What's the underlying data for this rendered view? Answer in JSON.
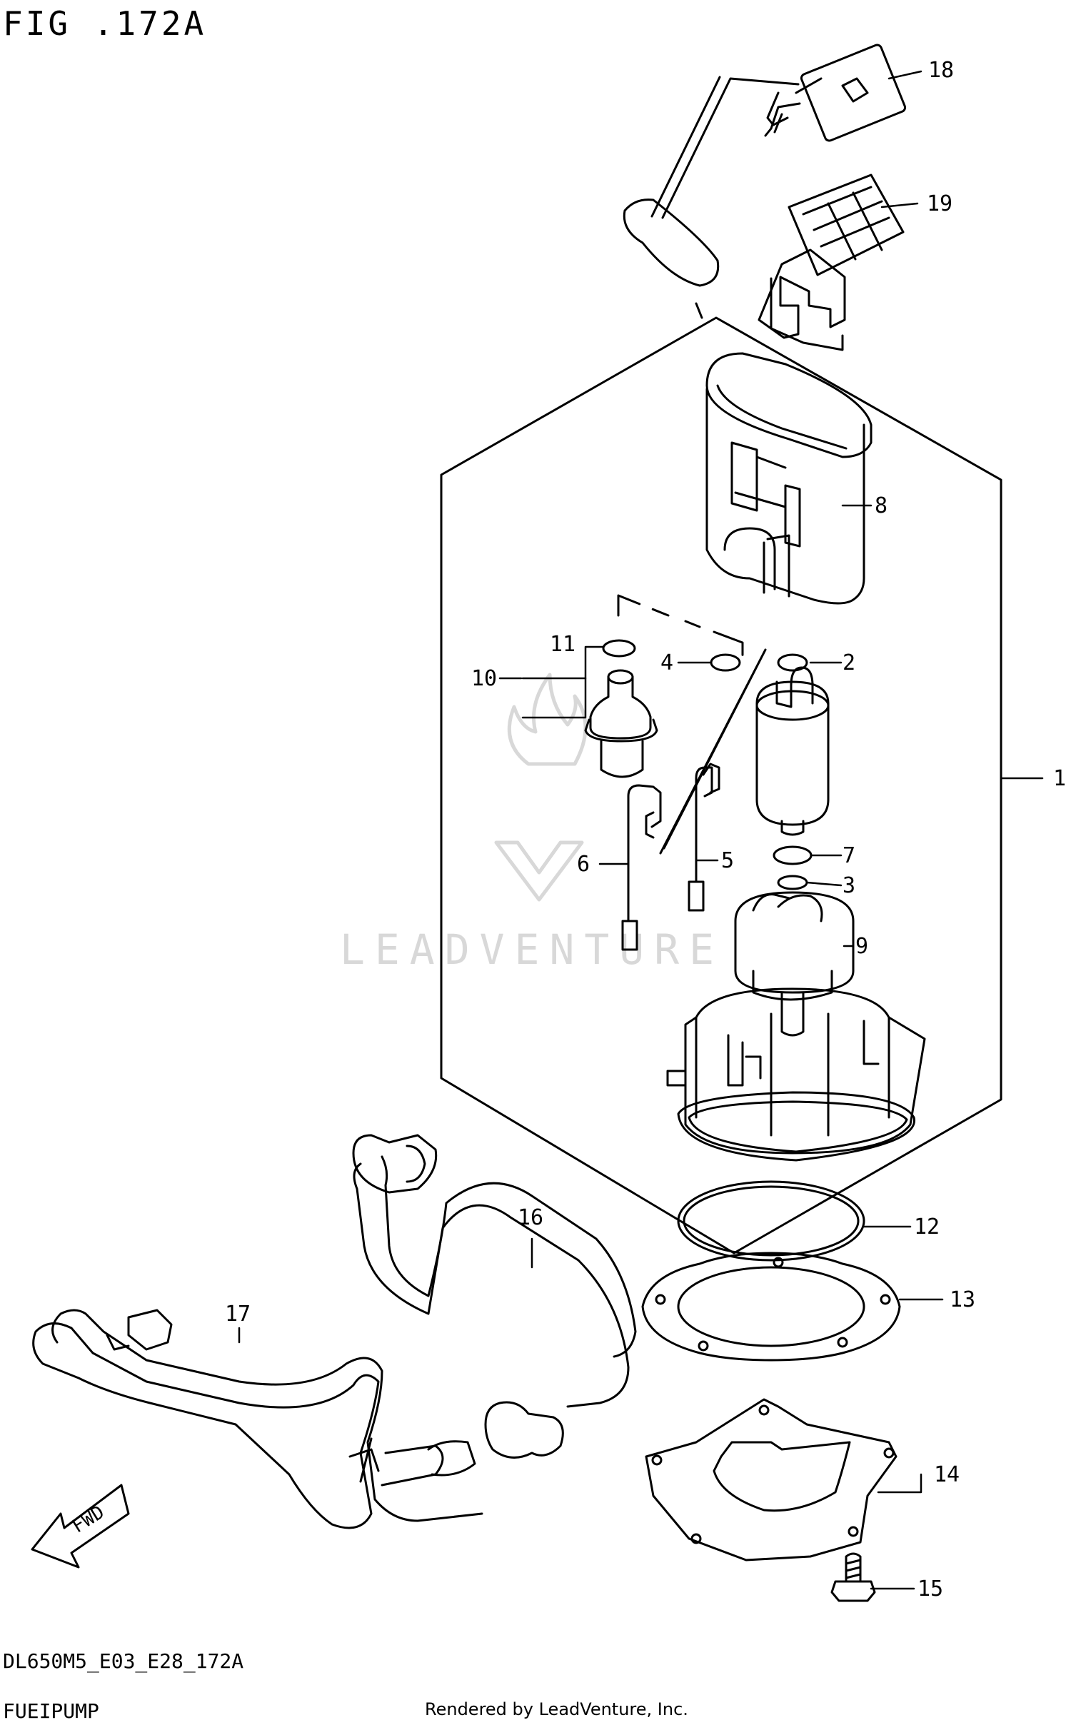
{
  "figure": {
    "title": "FIG .172A"
  },
  "footer": {
    "diagram_code": "DL650M5_E03_E28_172A",
    "diagram_name": "FUEIPUMP",
    "credit": "Rendered by LeadVenture, Inc."
  },
  "watermark": {
    "text": "LEADVENTURE"
  },
  "fwd_arrow": {
    "label": "FWD"
  },
  "callouts": [
    {
      "id": "1",
      "label": "1"
    },
    {
      "id": "2",
      "label": "2"
    },
    {
      "id": "3",
      "label": "3"
    },
    {
      "id": "4",
      "label": "4"
    },
    {
      "id": "5",
      "label": "5"
    },
    {
      "id": "6",
      "label": "6"
    },
    {
      "id": "7",
      "label": "7"
    },
    {
      "id": "8",
      "label": "8"
    },
    {
      "id": "9",
      "label": "9"
    },
    {
      "id": "10",
      "label": "10"
    },
    {
      "id": "11",
      "label": "11"
    },
    {
      "id": "12",
      "label": "12"
    },
    {
      "id": "13",
      "label": "13"
    },
    {
      "id": "14",
      "label": "14"
    },
    {
      "id": "15",
      "label": "15"
    },
    {
      "id": "16",
      "label": "16"
    },
    {
      "id": "17",
      "label": "17"
    },
    {
      "id": "18",
      "label": "18"
    },
    {
      "id": "19",
      "label": "19"
    }
  ]
}
